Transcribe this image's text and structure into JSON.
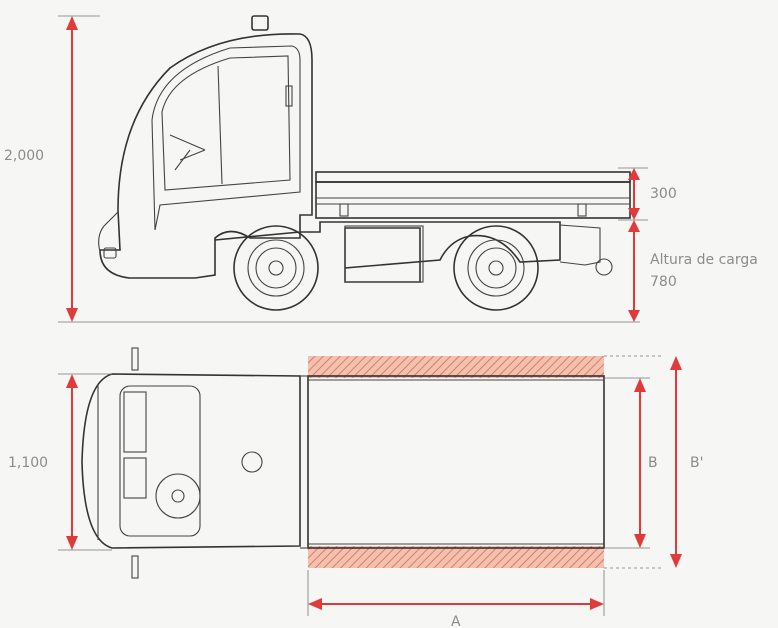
{
  "dimensions": {
    "total_height": "2,000",
    "side_height": "300",
    "load_height_label": "Altura de carga",
    "load_height_value": "780",
    "width": "1,100",
    "platform_length": "A",
    "platform_inner_width": "B",
    "platform_outer_width": "B'"
  },
  "colors": {
    "dimension_arrows": "#e03a3a",
    "hatched_sides": "#e8836a",
    "labels": "#8c8c8c",
    "lines": "#333333"
  }
}
